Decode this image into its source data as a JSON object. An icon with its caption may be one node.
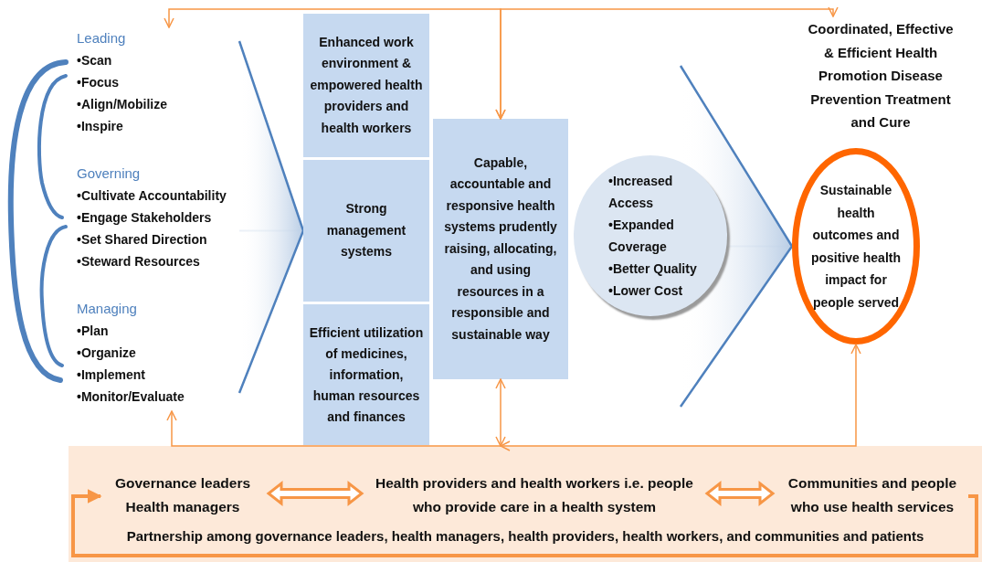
{
  "diagram": {
    "nodes": [
      {
        "text": [
          "Leading",
          "•Scan",
          "•Focus",
          "•Align/Mobilize",
          "•Inspire",
          "Governing",
          "•Cultivate Accountability",
          "•Engage Stakeholders",
          "•Set Shared Direction",
          "•Steward Resources",
          "Managing",
          "•Plan",
          "•Organize",
          "•Implement",
          "•Monitor/Evaluate"
        ]
      },
      {
        "text": [
          "Enhanced work environment & empowered health providers and health workers"
        ]
      },
      {
        "text": [
          "Strong management systems"
        ]
      },
      {
        "text": [
          "Efficient utilization of medicines, information, human resources and finances"
        ]
      },
      {
        "text": [
          "Capable, accountable and responsive health systems prudently raising, allocating, and using resources in a responsible and sustainable way"
        ]
      },
      {
        "text": [
          "•Increased Access",
          "•Expanded Coverage",
          "•Better Quality",
          "•Lower Cost"
        ]
      },
      {
        "text": [
          "Coordinated, Effective & Efficient Health Promotion Disease Prevention Treatment and Cure"
        ]
      },
      {
        "text": [
          "Sustainable health outcomes and positive health impact for people served"
        ]
      },
      {
        "text": [
          "Partnership among governance leaders, health managers, health providers, health workers, and communities and patients"
        ]
      },
      {
        "text": [
          "Governance leaders",
          "Health managers"
        ],
        "in": 8
      },
      {
        "text": [
          "Health providers and health workers i.e. people who provide care in a health system"
        ],
        "in": 8
      },
      {
        "text": [
          "Communities and people who use health services"
        ],
        "in": 8
      }
    ],
    "edges": [
      {
        "from": 4,
        "to": 0,
        "arrow": "both"
      },
      {
        "from": 4,
        "to": 6,
        "arrow": "both"
      },
      {
        "from": 8,
        "to": 0,
        "arrow": "to"
      },
      {
        "from": 8,
        "to": 4,
        "arrow": "both"
      },
      {
        "from": 8,
        "to": 7,
        "arrow": "both"
      },
      {
        "from": 9,
        "to": 10,
        "arrow": "both"
      },
      {
        "from": 10,
        "to": 11,
        "arrow": "both"
      },
      {
        "from": 11,
        "to": 9,
        "arrow": "to",
        "style": "thick"
      },
      {
        "from": 0,
        "to": 2,
        "arrow": "to",
        "color": "#4f81bd"
      },
      {
        "from": 5,
        "to": 7,
        "arrow": "to",
        "color": "#4f81bd"
      }
    ]
  }
}
